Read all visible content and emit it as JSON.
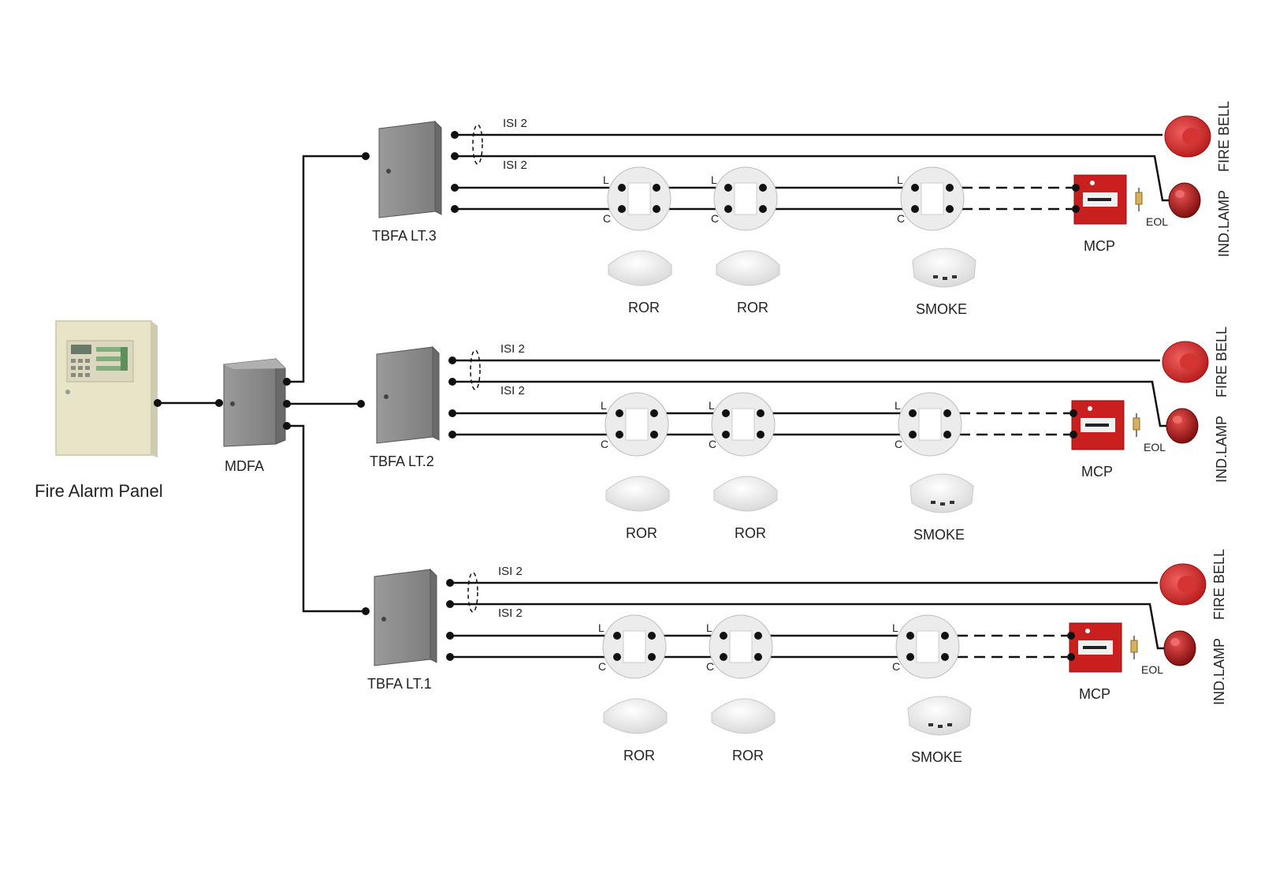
{
  "panel": {
    "label": "Fire Alarm Panel"
  },
  "mdfa": {
    "label": "MDFA"
  },
  "floors": [
    {
      "tbfa_label": "TBFA LT.3",
      "cable_top": "ISI 2",
      "cable_bottom": "ISI 2",
      "terminal_l": "L",
      "terminal_c": "C",
      "detectors": [
        "ROR",
        "ROR",
        "SMOKE"
      ],
      "mcp_label": "MCP",
      "eol_label": "EOL",
      "bell_label": "FIRE BELL",
      "lamp_label": "IND.LAMP"
    },
    {
      "tbfa_label": "TBFA LT.2",
      "cable_top": "ISI 2",
      "cable_bottom": "ISI 2",
      "terminal_l": "L",
      "terminal_c": "C",
      "detectors": [
        "ROR",
        "ROR",
        "SMOKE"
      ],
      "mcp_label": "MCP",
      "eol_label": "EOL",
      "bell_label": "FIRE BELL",
      "lamp_label": "IND.LAMP"
    },
    {
      "tbfa_label": "TBFA LT.1",
      "cable_top": "ISI 2",
      "cable_bottom": "ISI 2",
      "terminal_l": "L",
      "terminal_c": "C",
      "detectors": [
        "ROR",
        "ROR",
        "SMOKE"
      ],
      "mcp_label": "MCP",
      "eol_label": "EOL",
      "bell_label": "FIRE BELL",
      "lamp_label": "IND.LAMP"
    }
  ],
  "colors": {
    "wire": "#111111",
    "cabinet": "#8d8d8d",
    "panel_body": "#ece9d2",
    "red": "#c9201f",
    "detector": "#f2f2f2"
  }
}
